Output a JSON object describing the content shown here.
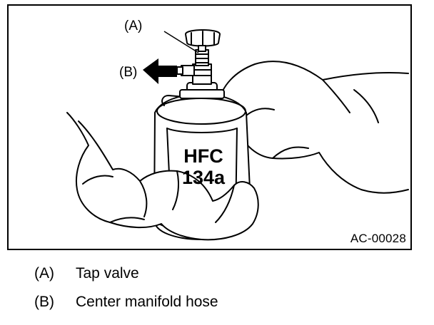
{
  "figure": {
    "figure_id": "AC-00028",
    "can_label_line1": "HFC",
    "can_label_line2": "134a",
    "callouts": [
      {
        "key": "(A)"
      },
      {
        "key": "(B)"
      }
    ]
  },
  "legend": {
    "items": [
      {
        "key": "(A)",
        "label": "Tap valve"
      },
      {
        "key": "(B)",
        "label": "Center manifold hose"
      }
    ]
  }
}
